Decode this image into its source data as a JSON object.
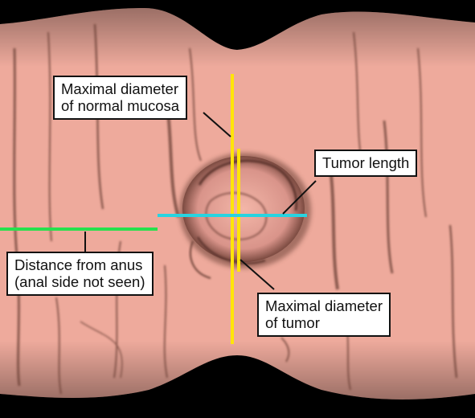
{
  "colors": {
    "background": "#000000",
    "mucosa": "#eeaa9c",
    "mucosa_shadow": "#6a3f36",
    "normal_mucosa_line": "#ffe40a",
    "tumor_line": "#ffe40a",
    "tumor_length_line": "#27d4e0",
    "distance_line": "#27e04d"
  },
  "labels": {
    "normal_mucosa": [
      "Maximal diameter",
      "of normal mucosa"
    ],
    "tumor_length": [
      "Tumor length"
    ],
    "distance": [
      "Distance from anus",
      "(anal side not seen)"
    ],
    "tumor_diameter": [
      "Maximal diameter",
      "of tumor"
    ]
  }
}
